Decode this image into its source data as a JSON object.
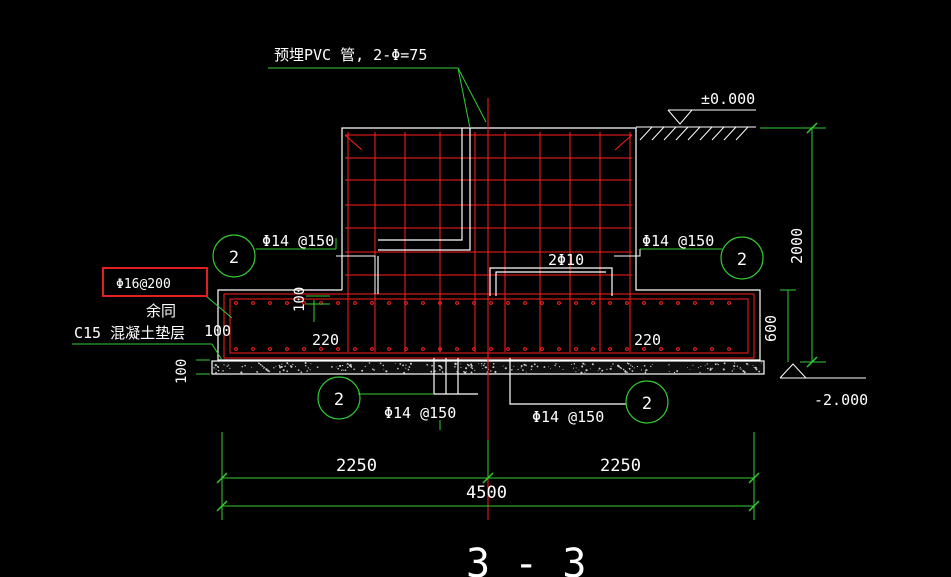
{
  "drawing": {
    "annotations": {
      "pvc_pipe": "预埋PVC 管, 2-Φ=75",
      "elev_top": "±0.000",
      "elev_bottom": "-2.000",
      "rebar_left_upper": "Φ14 @150",
      "rebar_right_upper": "Φ14 @150",
      "rebar_mid": "2Φ10",
      "rebar_bottom_left": "Φ14 @150",
      "rebar_bottom_right": "Φ14 @150",
      "rebar_highlight": "Φ16@200",
      "note_rest": "余同",
      "cushion": "C15  混凝土垫层",
      "dim_100_a": "100",
      "dim_100_b": "100",
      "dim_100_c": "100",
      "dim_220_left": "220",
      "dim_220_right": "220",
      "dim_2000": "2000",
      "dim_600": "600",
      "dim_2250_left": "2250",
      "dim_2250_right": "2250",
      "dim_4500": "4500",
      "section_title": "3 - 3"
    },
    "bubbles": {
      "upper_left": "2",
      "upper_right": "2",
      "lower_left": "2",
      "lower_right": "2"
    },
    "colors": {
      "background": "#000000",
      "outline": "#ffffff",
      "rebar": "#ff2020",
      "dimension": "#33cc33",
      "leader": "#33cc33",
      "highlight": "#e02020"
    }
  }
}
